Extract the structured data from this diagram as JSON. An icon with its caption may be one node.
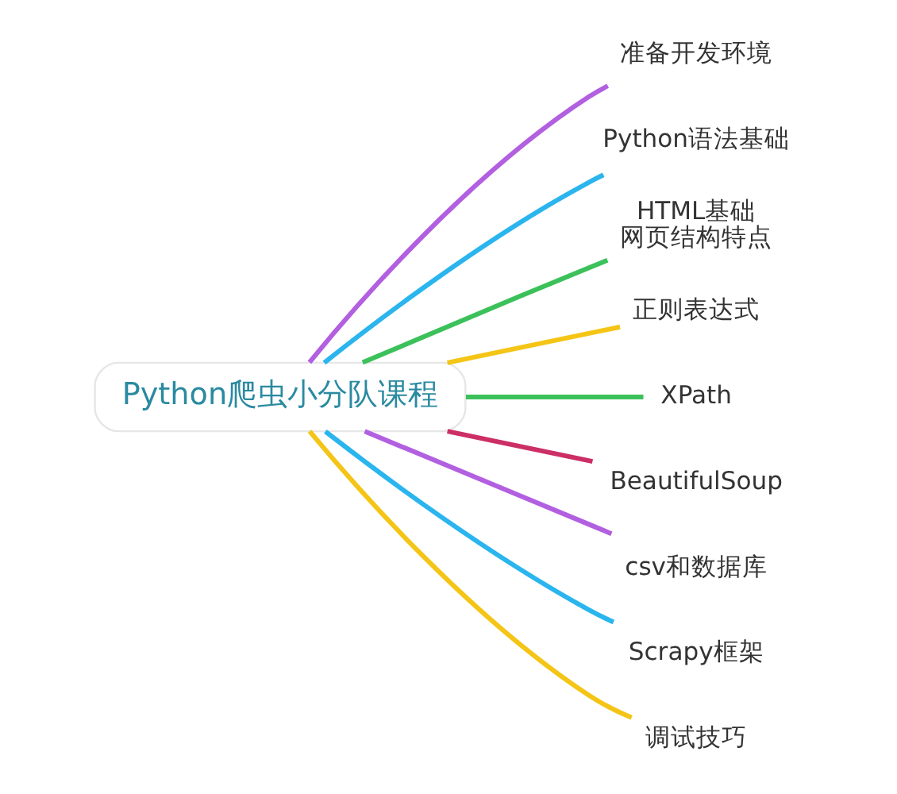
{
  "diagram": {
    "nodes": [
      {
        "text": [
          "Python爬虫小分队课程"
        ]
      },
      {
        "text": [
          "准备开发环境"
        ]
      },
      {
        "text": [
          "Python语法基础"
        ]
      },
      {
        "text": [
          "HTML基础",
          "网页结构特点"
        ]
      },
      {
        "text": [
          "正则表达式"
        ]
      },
      {
        "text": [
          "XPath"
        ]
      },
      {
        "text": [
          "BeautifulSoup"
        ]
      },
      {
        "text": [
          "csv和数据库"
        ]
      },
      {
        "text": [
          "Scrapy框架"
        ]
      },
      {
        "text": [
          "调试技巧"
        ]
      }
    ],
    "edges": [
      {
        "from": 0,
        "to": 1,
        "arrow": "none",
        "color": "#b25fe0"
      },
      {
        "from": 0,
        "to": 2,
        "arrow": "none",
        "color": "#2bb5ee"
      },
      {
        "from": 0,
        "to": 3,
        "arrow": "none",
        "color": "#3cc15a"
      },
      {
        "from": 0,
        "to": 4,
        "arrow": "none",
        "color": "#f4c516"
      },
      {
        "from": 0,
        "to": 5,
        "arrow": "none",
        "color": "#3cc15a"
      },
      {
        "from": 0,
        "to": 6,
        "arrow": "none",
        "color": "#cc2f66"
      },
      {
        "from": 0,
        "to": 7,
        "arrow": "none",
        "color": "#b25fe0"
      },
      {
        "from": 0,
        "to": 8,
        "arrow": "none",
        "color": "#2bb5ee"
      },
      {
        "from": 0,
        "to": 9,
        "arrow": "none",
        "color": "#f4c516"
      }
    ]
  }
}
